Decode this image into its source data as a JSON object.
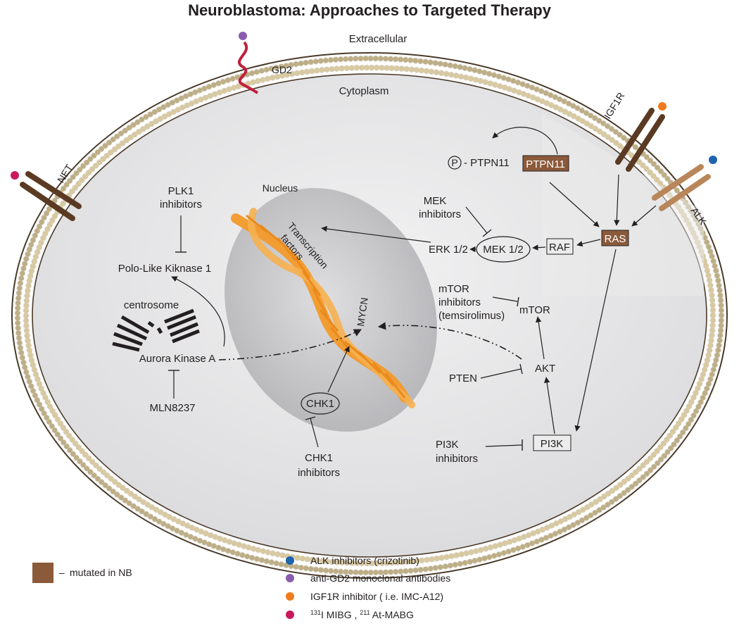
{
  "title": "Neuroblastoma:  Approaches to Targeted Therapy",
  "labels": {
    "extracellular": "Extracellular",
    "cytoplasm": "Cytoplasm",
    "gd2": "GD2",
    "igf1r": "IGF1R",
    "alk": "ALK",
    "net": "NET",
    "nucleus": "Nucleus",
    "transcription_1": "Transcription",
    "transcription_2": "factors",
    "mycn": "MYCN",
    "p": "P",
    "p_ptpn11": "- PTPN11",
    "ptpn11": "PTPN11",
    "mek_inh_1": "MEK",
    "mek_inh_2": "inhibitors",
    "erk": "ERK 1/2",
    "mek": "MEK 1/2",
    "raf": "RAF",
    "ras": "RAS",
    "mtor_inh_1": "mTOR",
    "mtor_inh_2": "inhibitors",
    "mtor_inh_3": "(temsirolimus)",
    "mtor": "mTOR",
    "akt": "AKT",
    "pten": "PTEN",
    "pi3k": "PI3K",
    "pi3k_inh_1": "PI3K",
    "pi3k_inh_2": "inhibitors",
    "chk1": "CHK1",
    "chk1_inh_1": "CHK1",
    "chk1_inh_2": "inhibitors",
    "plk1_inh_1": "PLK1",
    "plk1_inh_2": "inhibitors",
    "polo": "Polo-Like Kiknase 1",
    "centrosome": "centrosome",
    "aurora": "Aurora Kinase A",
    "mln": "MLN8237"
  },
  "legend": {
    "mutated": "mutated in NB",
    "mutated_dash": "–",
    "drugs": [
      {
        "color": "#1c63b0",
        "text": "ALK inhibitors (crizotinib)"
      },
      {
        "color": "#8a5cb0",
        "text": "anti-GD2 monoclonal antibodies"
      },
      {
        "color": "#f07a1e",
        "text": "IGF1R inhibitor ( i.e. IMC-A12)"
      }
    ],
    "mibg": {
      "color": "#c8195e",
      "sup1": "131",
      "text1": "I MIBG , ",
      "sup2": "211",
      "text2": " At-MABG"
    }
  },
  "colors": {
    "mutated_fill": "#8b5a3a",
    "receptor_dark": "#5a3a22",
    "receptor_light": "#b9865a",
    "dna": "#f39a2a",
    "gd2_chain": "#c0203a",
    "membrane_bead": "#d8c9a0"
  }
}
